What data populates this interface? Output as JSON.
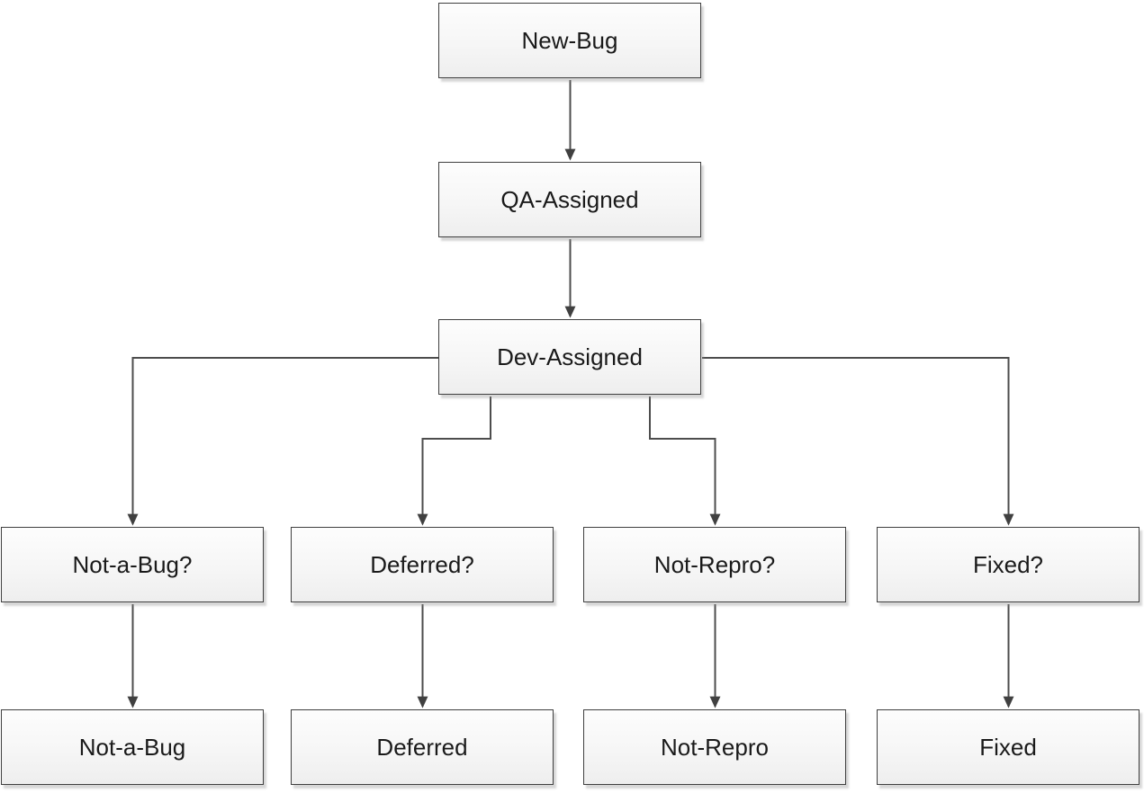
{
  "diagram": {
    "type": "flowchart",
    "description": "Bug life-cycle workflow flowchart",
    "nodes": [
      {
        "id": "new-bug",
        "label": "New-Bug"
      },
      {
        "id": "qa-assigned",
        "label": "QA-Assigned"
      },
      {
        "id": "dev-assigned",
        "label": "Dev-Assigned"
      },
      {
        "id": "not-a-bug-q",
        "label": "Not-a-Bug?"
      },
      {
        "id": "deferred-q",
        "label": "Deferred?"
      },
      {
        "id": "not-repro-q",
        "label": "Not-Repro?"
      },
      {
        "id": "fixed-q",
        "label": "Fixed?"
      },
      {
        "id": "not-a-bug",
        "label": "Not-a-Bug"
      },
      {
        "id": "deferred",
        "label": "Deferred"
      },
      {
        "id": "not-repro",
        "label": "Not-Repro"
      },
      {
        "id": "fixed",
        "label": "Fixed"
      }
    ],
    "edges": [
      {
        "from": "new-bug",
        "to": "qa-assigned"
      },
      {
        "from": "qa-assigned",
        "to": "dev-assigned"
      },
      {
        "from": "dev-assigned",
        "to": "not-a-bug-q"
      },
      {
        "from": "dev-assigned",
        "to": "deferred-q"
      },
      {
        "from": "dev-assigned",
        "to": "not-repro-q"
      },
      {
        "from": "dev-assigned",
        "to": "fixed-q"
      },
      {
        "from": "not-a-bug-q",
        "to": "not-a-bug"
      },
      {
        "from": "deferred-q",
        "to": "deferred"
      },
      {
        "from": "not-repro-q",
        "to": "not-repro"
      },
      {
        "from": "fixed-q",
        "to": "fixed"
      }
    ],
    "colors": {
      "background": "#ffffff",
      "node_fill_top": "#fdfdfd",
      "node_fill_bottom": "#eeeeee",
      "node_border": "#3f3f3f",
      "connector": "#4d4d4d",
      "arrowhead": "#404040",
      "text": "#1a1a1a"
    }
  }
}
